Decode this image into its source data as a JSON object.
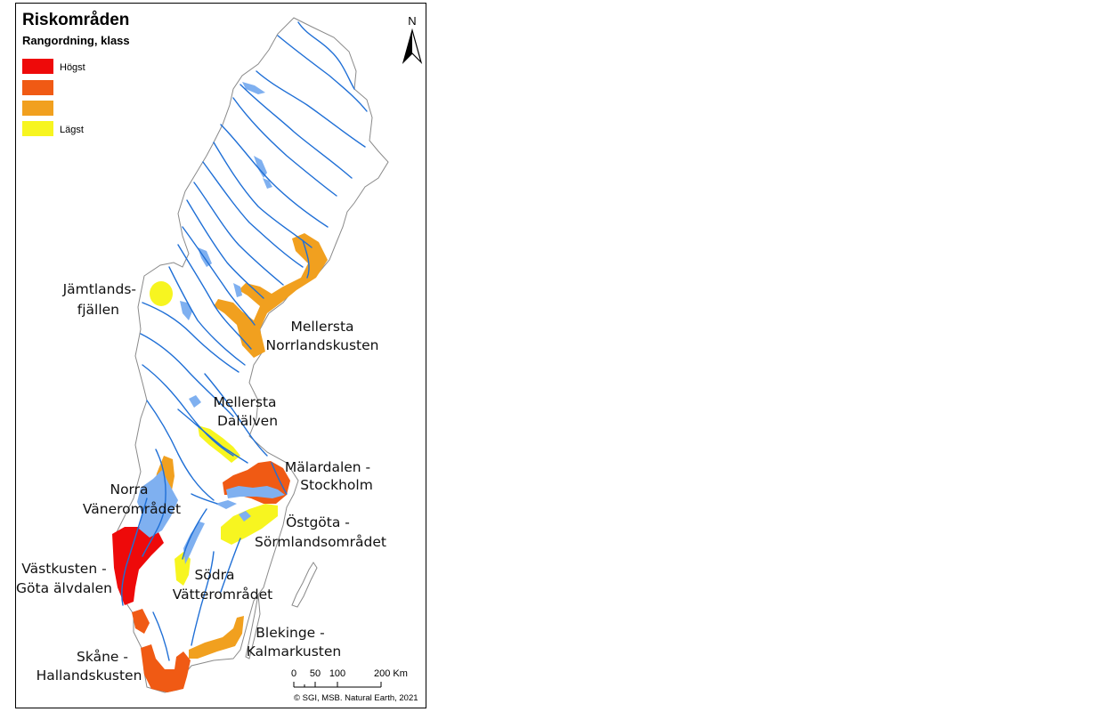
{
  "map": {
    "title": "Riskområden",
    "subtitle": "Rangordning, klass",
    "north": "N",
    "legend": [
      {
        "label": "Högst",
        "color": "#ee0a0a"
      },
      {
        "label": "",
        "color": "#f05a14"
      },
      {
        "label": "",
        "color": "#f1a01f"
      },
      {
        "label": "Lägst",
        "color": "#f7f520"
      }
    ],
    "water_color": "#7fb0f0",
    "river_color": "#1f6fd6",
    "regions": [
      {
        "id": "jamtland",
        "lines": [
          "Jämtlands-",
          "fjällen"
        ],
        "class": 4
      },
      {
        "id": "mellersta-norrland",
        "lines": [
          "Mellersta",
          "Norrlandskusten"
        ],
        "class": 3
      },
      {
        "id": "mellersta-dalalven",
        "lines": [
          "Mellersta",
          "Dalälven"
        ],
        "class": 4
      },
      {
        "id": "malardalen",
        "lines": [
          "Mälardalen -",
          "Stockholm"
        ],
        "class": 2
      },
      {
        "id": "norra-vaner",
        "lines": [
          "Norra",
          "Vänerområdet"
        ],
        "class": 3
      },
      {
        "id": "ostgota",
        "lines": [
          "Östgöta -",
          "Sörmlandsområdet"
        ],
        "class": 4
      },
      {
        "id": "vastkusten",
        "lines": [
          "Västkusten -",
          "Göta älvdalen"
        ],
        "class": 1
      },
      {
        "id": "sodra-vatter",
        "lines": [
          "Södra",
          "Vätterområdet"
        ],
        "class": 4
      },
      {
        "id": "blekinge",
        "lines": [
          "Blekinge -",
          "Kalmarkusten"
        ],
        "class": 3
      },
      {
        "id": "skane",
        "lines": [
          "Skåne -",
          "Hallandskusten"
        ],
        "class": 2
      }
    ],
    "scale": {
      "ticks": [
        "0",
        "50",
        "100",
        "200 Km"
      ]
    },
    "credit": "© SGI, MSB. Natural Earth, 2021"
  }
}
